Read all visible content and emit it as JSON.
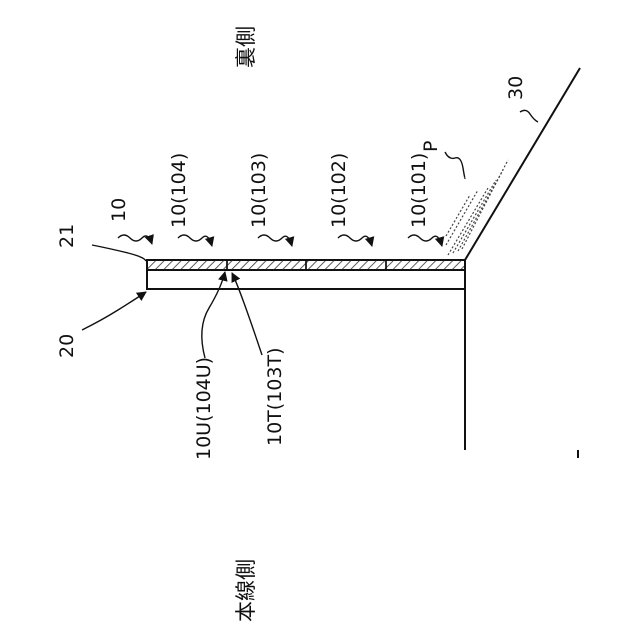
{
  "labels": {
    "ura_side": "裏側",
    "honsen_side": "本線側",
    "panel_group": "10",
    "panel_104": "10(104)",
    "panel_103": "10(103)",
    "panel_102": "10(102)",
    "panel_101": "10(101)",
    "region_p": "P",
    "slope": "30",
    "base": "20",
    "layer": "21",
    "edge_upper": "10U(104U)",
    "edge_top": "10T(103T)"
  },
  "colors": {
    "line": "#111111",
    "hatch": "#333333",
    "background": "#ffffff"
  }
}
